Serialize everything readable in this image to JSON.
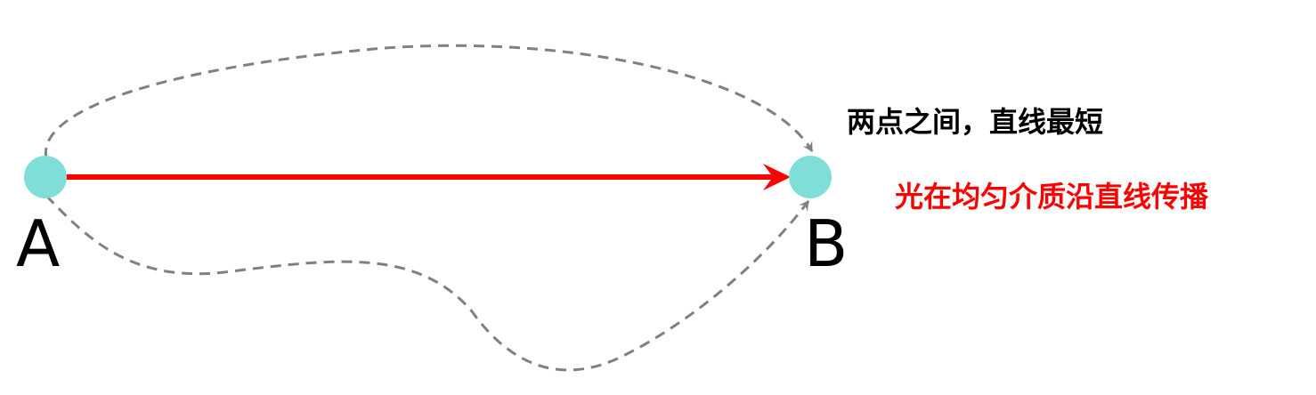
{
  "nodes": {
    "a": "A",
    "b": "B"
  },
  "notes": {
    "shortest": "两点之间，直线最短",
    "light": "光在均匀介质沿直线传播"
  },
  "colors": {
    "node": "#7fdfd8",
    "straight_path": "#ff0000",
    "curved_path": "#808080",
    "light_note": "#ff0000",
    "text": "#000000"
  }
}
